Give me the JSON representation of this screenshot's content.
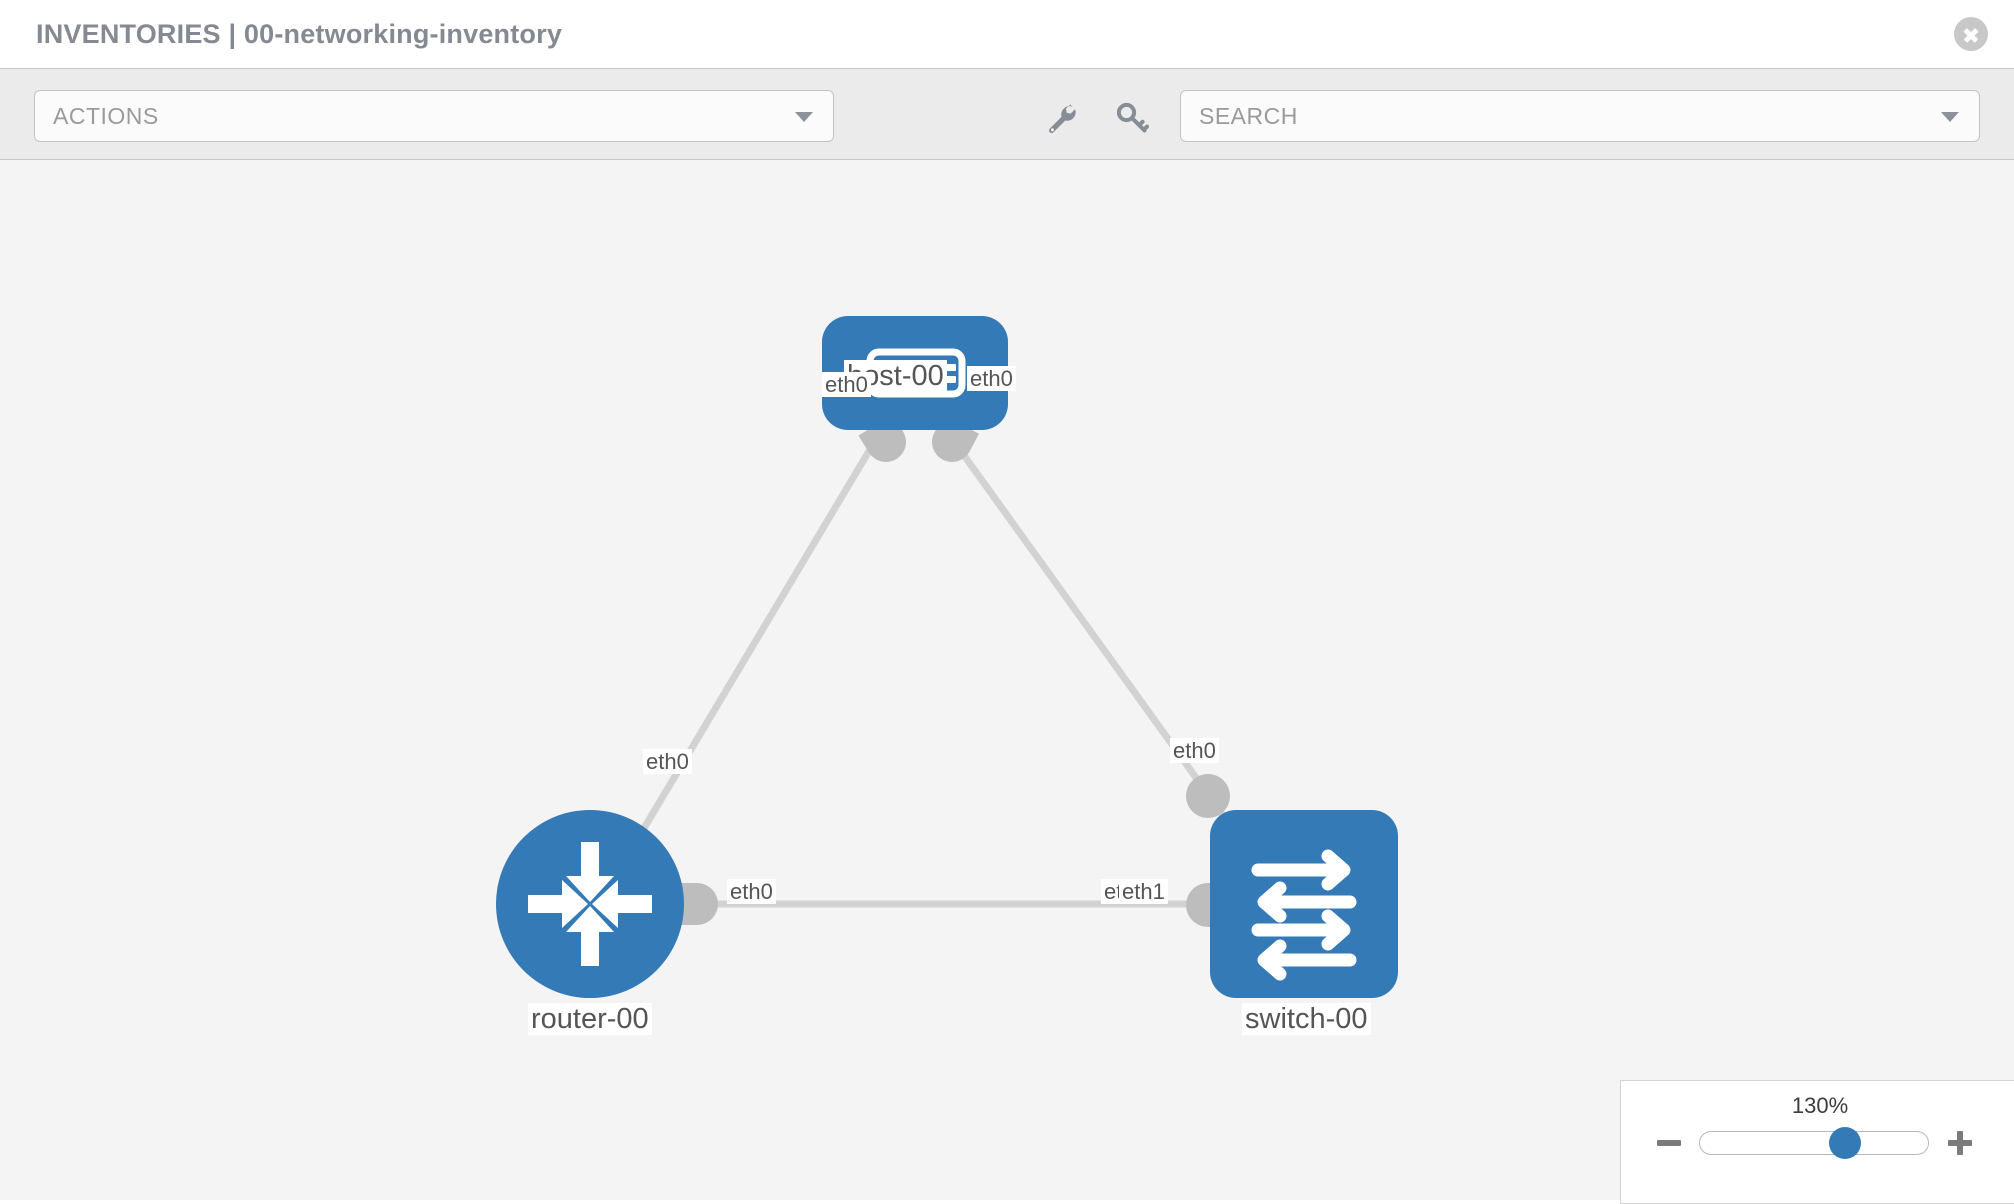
{
  "header": {
    "title": "INVENTORIES | 00-networking-inventory",
    "close_icon": "close-circle-icon"
  },
  "toolbar": {
    "actions_label": "ACTIONS",
    "actions_caret_icon": "chevron-down-icon",
    "wrench_icon": "wrench-icon",
    "key_icon": "key-icon",
    "search_placeholder": "SEARCH",
    "search_caret_icon": "chevron-down-icon"
  },
  "topology": {
    "nodes": [
      {
        "id": "host-00",
        "label": "host-00",
        "type": "host",
        "icon": "server-icon",
        "color": "#337ab7",
        "shape": "rounded-rect"
      },
      {
        "id": "router-00",
        "label": "router-00",
        "type": "router",
        "icon": "router-arrows-icon",
        "color": "#337ab7",
        "shape": "circle"
      },
      {
        "id": "switch-00",
        "label": "switch-00",
        "type": "switch",
        "icon": "switch-arrows-icon",
        "color": "#337ab7",
        "shape": "rounded-square"
      }
    ],
    "edges": [
      {
        "from": "host-00",
        "to": "router-00",
        "from_label": "eth0",
        "to_label": "eth0"
      },
      {
        "from": "host-00",
        "to": "switch-00",
        "from_label": "eth0",
        "to_label": "eth0"
      },
      {
        "from": "router-00",
        "to": "switch-00",
        "from_label": "eth0",
        "to_label": "eth1",
        "overlapped_label": "eth0"
      }
    ],
    "labels": {
      "host_eth_left": "eth0",
      "host_eth_right": "eth0",
      "router_up_eth": "eth0",
      "switch_up_eth": "eth0",
      "router_right_eth": "eth0",
      "switch_left_eth_hidden": "eth",
      "switch_left_eth": "eth1"
    },
    "colors": {
      "node": "#337ab7",
      "port": "#bdbdbd",
      "link": "#d2d2d2",
      "canvas": "#f4f4f4"
    }
  },
  "zoom_control": {
    "value": "130%",
    "minus_label": "zoom-out",
    "plus_label": "zoom-in",
    "slider_position_pct": 60
  }
}
